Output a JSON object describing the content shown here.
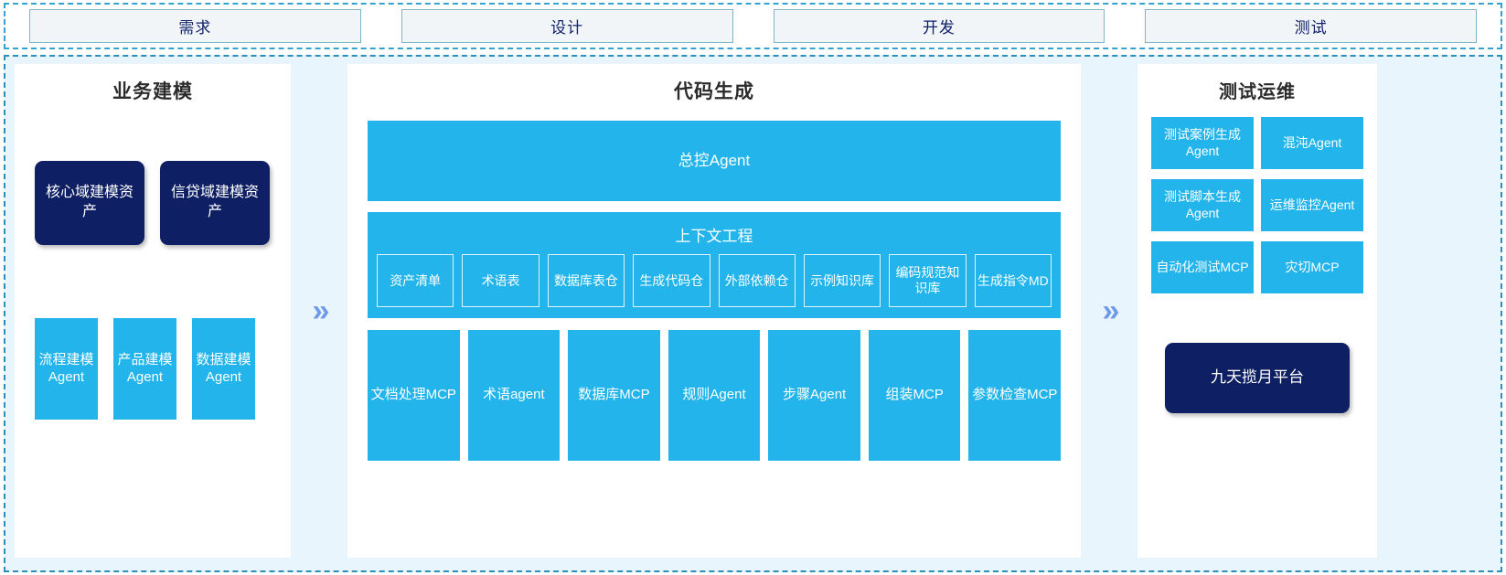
{
  "phases": [
    {
      "label": "需求"
    },
    {
      "label": "设计"
    },
    {
      "label": "开发"
    },
    {
      "label": "测试"
    }
  ],
  "arrow_glyph": "»",
  "colors": {
    "accent_blue": "#22b4ea",
    "navy": "#0e2063",
    "arrow": "#6f9ae8",
    "zone_bg": "#e9f5fd",
    "dashed_border": "#2b8fbb",
    "phase_fill": "#f1f5f8"
  },
  "left_panel": {
    "title": "业务建模",
    "assets": [
      {
        "label": "核心域建模资产"
      },
      {
        "label": "信贷域建模资产"
      }
    ],
    "agents": [
      {
        "label": "流程建模Agent"
      },
      {
        "label": "产品建模Agent"
      },
      {
        "label": "数据建模Agent"
      }
    ]
  },
  "center_panel": {
    "title": "代码生成",
    "master_agent": "总控Agent",
    "context": {
      "title": "上下文工程",
      "items": [
        {
          "label": "资产清单"
        },
        {
          "label": "术语表"
        },
        {
          "label": "数据库表仓"
        },
        {
          "label": "生成代码仓"
        },
        {
          "label": "外部依赖仓"
        },
        {
          "label": "示例知识库"
        },
        {
          "label": "编码规范知识库"
        },
        {
          "label": "生成指令MD"
        }
      ]
    },
    "tools": [
      {
        "label": "文档处理MCP"
      },
      {
        "label": "术语agent"
      },
      {
        "label": "数据库MCP"
      },
      {
        "label": "规则Agent"
      },
      {
        "label": "步骤Agent"
      },
      {
        "label": "组装MCP"
      },
      {
        "label": "参数检查MCP"
      }
    ]
  },
  "right_panel": {
    "title": "测试运维",
    "items": [
      {
        "label": "测试案例生成Agent"
      },
      {
        "label": "混沌Agent"
      },
      {
        "label": "测试脚本生成Agent"
      },
      {
        "label": "运维监控Agent"
      },
      {
        "label": "自动化测试MCP"
      },
      {
        "label": "灾切MCP"
      }
    ],
    "platform": "九天揽月平台"
  }
}
